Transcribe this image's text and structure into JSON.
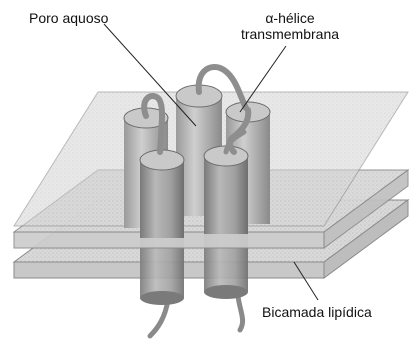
{
  "labels": {
    "pore": "Poro aquoso",
    "helix_line1": "α-hélice",
    "helix_line2": "transmembrana",
    "bilayer": "Bicamada lipídica"
  },
  "colors": {
    "membrane_fill": "#d6d6d6",
    "membrane_edge": "#8a8a8a",
    "cylinder_body": "#9c9c9c",
    "cylinder_top": "#c9c9c9",
    "leader_line": "#222222"
  }
}
